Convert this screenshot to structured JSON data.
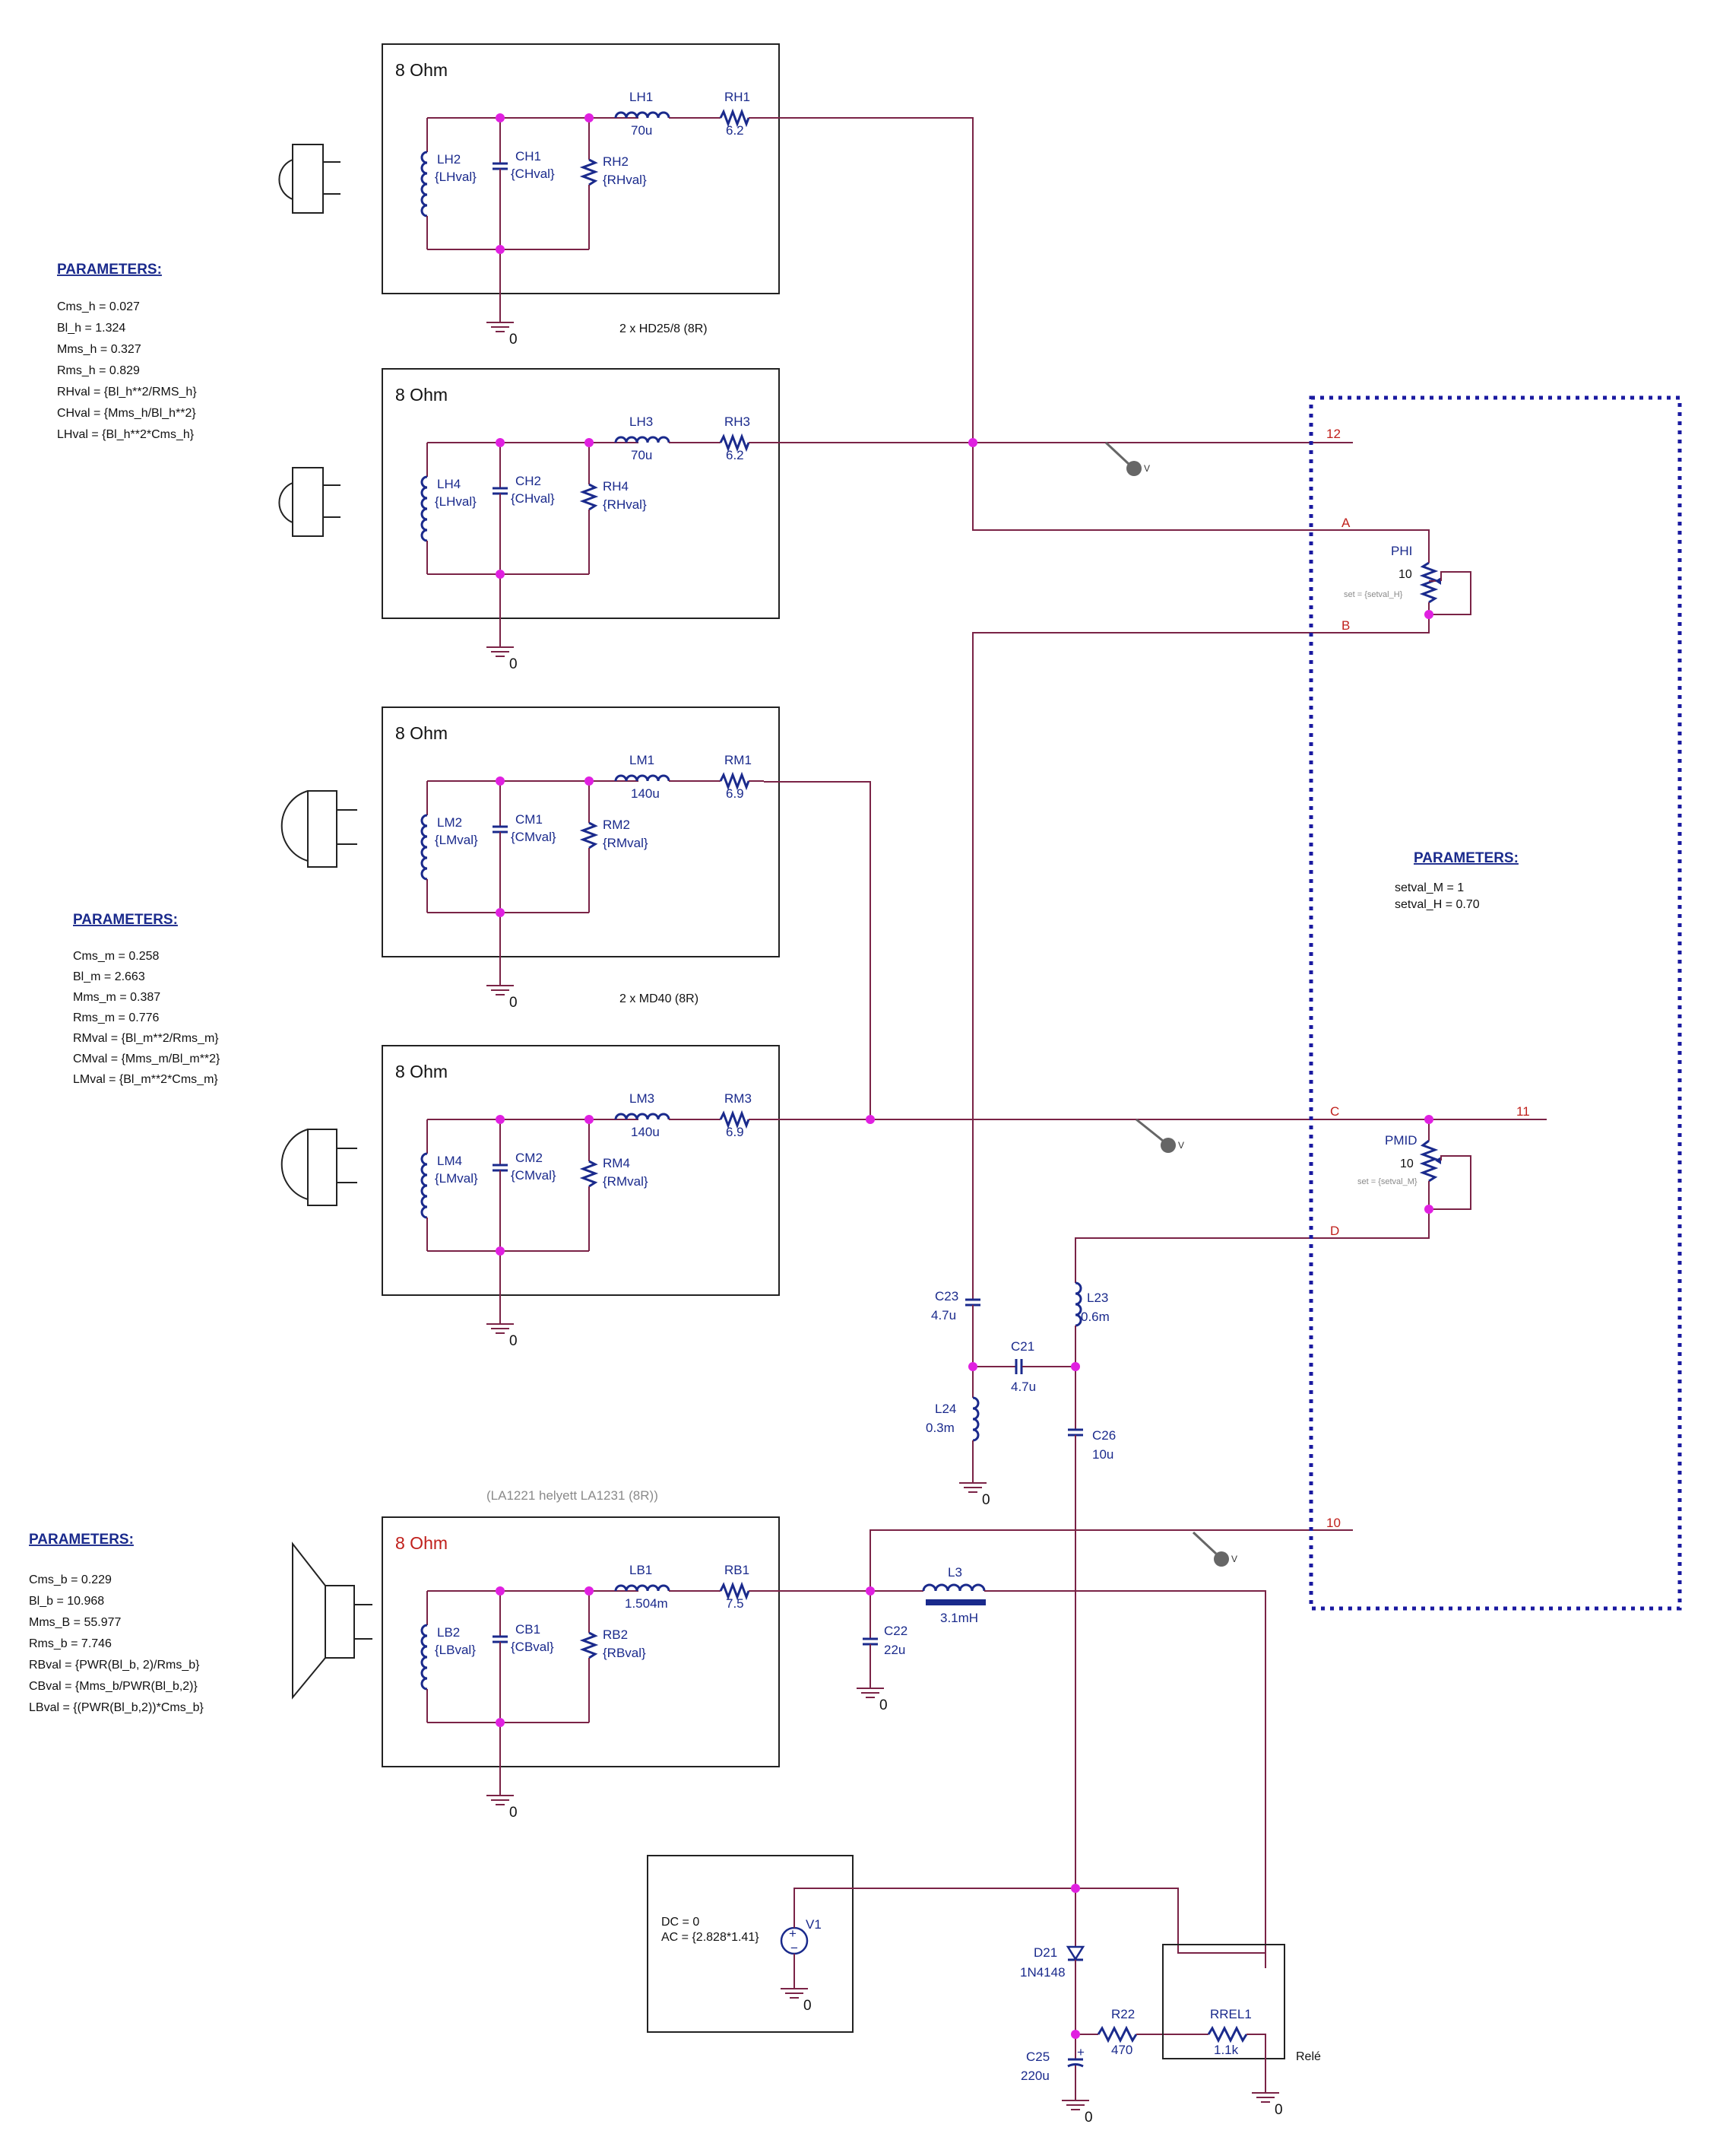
{
  "blocks": [
    {
      "title": "8 Ohm",
      "L_par": {
        "ref": "LH2",
        "val": "{LHval}"
      },
      "C_par": {
        "ref": "CH1",
        "val": "{CHval}"
      },
      "R_par": {
        "ref": "RH2",
        "val": "{RHval}"
      },
      "L_ser": {
        "ref": "LH1",
        "val": "70u"
      },
      "R_ser": {
        "ref": "RH1",
        "val": "6.2"
      }
    },
    {
      "title": "8 Ohm",
      "L_par": {
        "ref": "LH4",
        "val": "{LHval}"
      },
      "C_par": {
        "ref": "CH2",
        "val": "{CHval}"
      },
      "R_par": {
        "ref": "RH4",
        "val": "{RHval}"
      },
      "L_ser": {
        "ref": "LH3",
        "val": "70u"
      },
      "R_ser": {
        "ref": "RH3",
        "val": "6.2"
      }
    },
    {
      "title": "8 Ohm",
      "L_par": {
        "ref": "LM2",
        "val": "{LMval}"
      },
      "C_par": {
        "ref": "CM1",
        "val": "{CMval}"
      },
      "R_par": {
        "ref": "RM2",
        "val": "{RMval}"
      },
      "L_ser": {
        "ref": "LM1",
        "val": "140u"
      },
      "R_ser": {
        "ref": "RM1",
        "val": "6.9"
      }
    },
    {
      "title": "8 Ohm",
      "L_par": {
        "ref": "LM4",
        "val": "{LMval}"
      },
      "C_par": {
        "ref": "CM2",
        "val": "{CMval}"
      },
      "R_par": {
        "ref": "RM4",
        "val": "{RMval}"
      },
      "L_ser": {
        "ref": "LM3",
        "val": "140u"
      },
      "R_ser": {
        "ref": "RM3",
        "val": "6.9"
      }
    },
    {
      "title": "8 Ohm",
      "L_par": {
        "ref": "LB2",
        "val": "{LBval}"
      },
      "C_par": {
        "ref": "CB1",
        "val": "{CBval}"
      },
      "R_par": {
        "ref": "RB2",
        "val": "{RBval}"
      },
      "L_ser": {
        "ref": "LB1",
        "val": "1.504m"
      },
      "R_ser": {
        "ref": "RB1",
        "val": "7.5"
      }
    }
  ],
  "captions": {
    "tweeters": "2 x HD25/8 (8R)",
    "mids": "2 x MD40 (8R)",
    "woofer": "(LA1221 helyett LA1231 (8R))"
  },
  "params_high": {
    "header": "PARAMETERS:",
    "lines": [
      "Cms_h = 0.027",
      "Bl_h = 1.324",
      "Mms_h = 0.327",
      "Rms_h = 0.829",
      "RHval = {Bl_h**2/RMS_h}",
      "CHval = {Mms_h/Bl_h**2}",
      "LHval = {Bl_h**2*Cms_h}"
    ]
  },
  "params_mid": {
    "header": "PARAMETERS:",
    "lines": [
      "Cms_m = 0.258",
      "Bl_m = 2.663",
      "Mms_m = 0.387",
      "Rms_m = 0.776",
      "RMval = {Bl_m**2/Rms_m}",
      "CMval = {Mms_m/Bl_m**2}",
      "LMval = {Bl_m**2*Cms_m}"
    ]
  },
  "params_bass": {
    "header": "PARAMETERS:",
    "lines": [
      "Cms_b = 0.229",
      "Bl_b = 10.968",
      "Mms_B = 55.977",
      "Rms_b = 7.746",
      "RBval = {PWR(Bl_b, 2)/Rms_b}",
      "CBval = {Mms_b/PWR(Bl_b,2)}",
      "LBval = {(PWR(Bl_b,2))*Cms_b}"
    ]
  },
  "params_set": {
    "header": "PARAMETERS:",
    "lines": [
      "setval_M = 1",
      "setval_H = 0.70"
    ]
  },
  "ground_label": "0",
  "probe_label": "V",
  "hier": {
    "pins": {
      "p12": "12",
      "pA": "A",
      "pB": "B",
      "pC": "C",
      "p11": "11",
      "pD": "D",
      "p10": "10"
    },
    "phi": {
      "ref": "PHI",
      "val": "10",
      "set": "set = {setval_H}"
    },
    "pmid": {
      "ref": "PMID",
      "val": "10",
      "set": "set = {setval_M}"
    }
  },
  "crossover": {
    "C23": {
      "ref": "C23",
      "val": "4.7u"
    },
    "C21": {
      "ref": "C21",
      "val": "4.7u"
    },
    "L23": {
      "ref": "L23",
      "val": "0.6m"
    },
    "L24": {
      "ref": "L24",
      "val": "0.3m"
    },
    "C26": {
      "ref": "C26",
      "val": "10u"
    },
    "L3": {
      "ref": "L3",
      "val": "3.1mH"
    },
    "C22": {
      "ref": "C22",
      "val": "22u"
    }
  },
  "source": {
    "dc": "DC = 0",
    "ac": "AC = {2.828*1.41}",
    "ref": "V1"
  },
  "relay": {
    "D21": {
      "ref": "D21",
      "val": "1N4148"
    },
    "R22": {
      "ref": "R22",
      "val": "470"
    },
    "RREL1": {
      "ref": "RREL1",
      "val": "1.1k"
    },
    "C25": {
      "ref": "C25",
      "val": "220u"
    },
    "label": "Relé"
  },
  "colors": {
    "wire": "#7a2346",
    "component": "#1a2a8c",
    "junction": "#e020e0",
    "pin_label": "#c0201c",
    "hier_border": "#1a1aa0"
  }
}
